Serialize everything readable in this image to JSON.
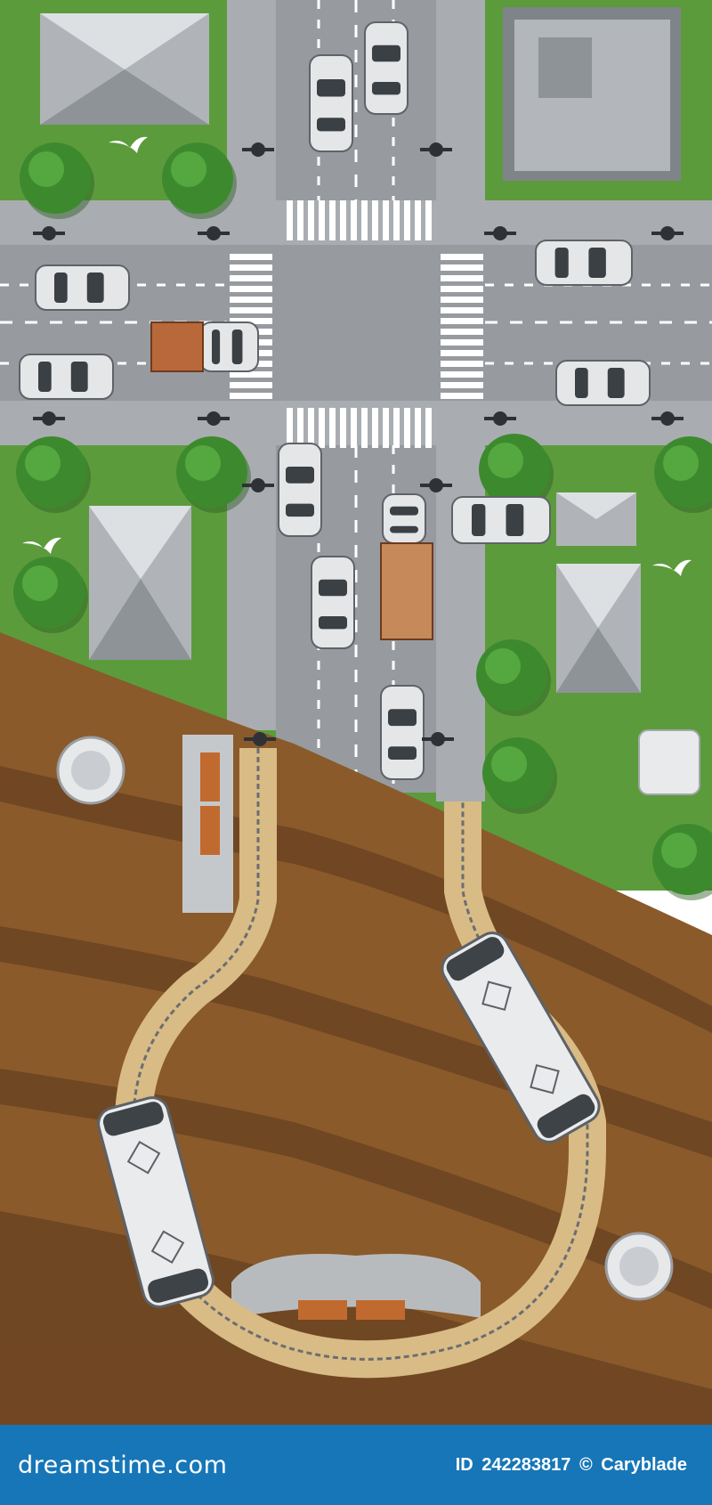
{
  "scene": {
    "description_kind": "isometric-top-down illustration",
    "colors": {
      "grass": "#5c9b3c",
      "asphalt": "#8a8f95",
      "sidewalk": "#b5b9bd",
      "earth_light": "#8a5a2b",
      "earth_dark": "#5b3a1c",
      "track_sleeper": "#c8a870",
      "roof": "#a8acb0",
      "tree": "#3d8a2e",
      "wooden_bench": "#c16a2f"
    },
    "icons": [
      "car-icon",
      "tram-icon",
      "tree-icon",
      "house-icon",
      "bird-icon",
      "streetlight-icon",
      "bench-icon"
    ]
  },
  "footer": {
    "brand": "dreamstime.com",
    "id_label": "ID",
    "id_number": "242283817",
    "copyright": "©",
    "author": "Caryblade"
  }
}
